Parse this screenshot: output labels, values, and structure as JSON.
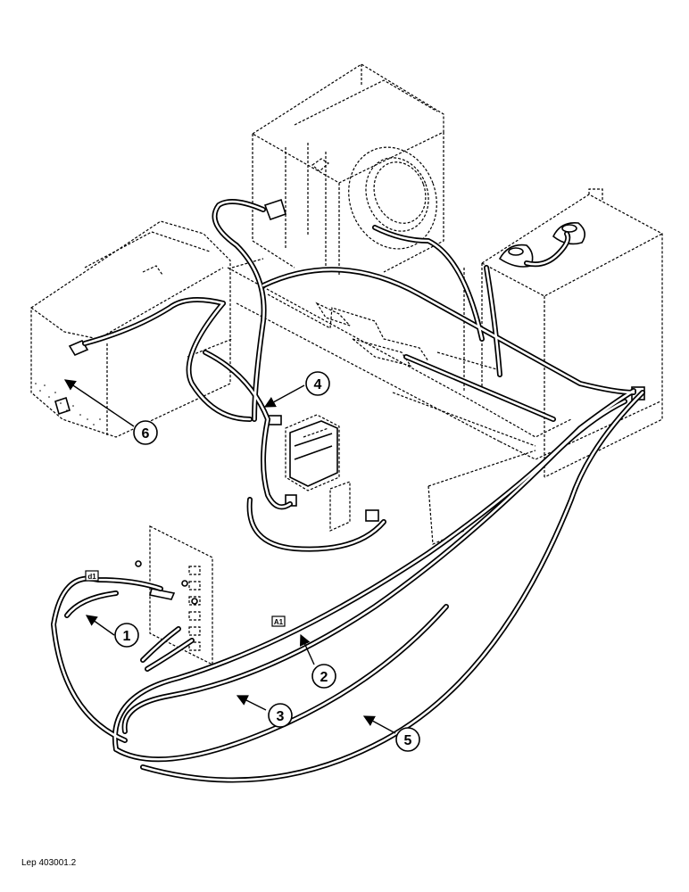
{
  "diagram": {
    "callouts": [
      "1",
      "2",
      "3",
      "4",
      "5",
      "6"
    ],
    "tags": [
      "d1",
      "A1"
    ],
    "reference": "Lep 403001.2"
  }
}
